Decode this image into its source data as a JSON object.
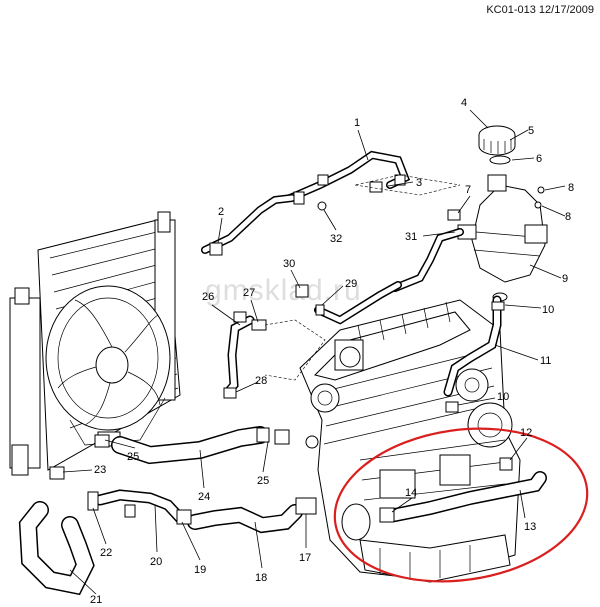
{
  "document": {
    "code": "KC01-013 12/17/2009"
  },
  "watermark": {
    "text": "gmsklad.ru"
  },
  "callouts": {
    "c1": "1",
    "c2": "2",
    "c3": "3",
    "c4": "4",
    "c5": "5",
    "c6": "6",
    "c7": "7",
    "c8a": "8",
    "c8b": "8",
    "c9": "9",
    "c10a": "10",
    "c10b": "10",
    "c11": "11",
    "c12": "12",
    "c13": "13",
    "c14": "14",
    "c17": "17",
    "c18": "18",
    "c19": "19",
    "c20": "20",
    "c21": "21",
    "c22": "22",
    "c23": "23",
    "c24": "24",
    "c25a": "25",
    "c25b": "25",
    "c26": "26",
    "c27": "27",
    "c28": "28",
    "c29": "29",
    "c30": "30",
    "c31": "31",
    "c32": "32"
  },
  "highlight": {
    "color": "#d9201f",
    "target": "13"
  }
}
